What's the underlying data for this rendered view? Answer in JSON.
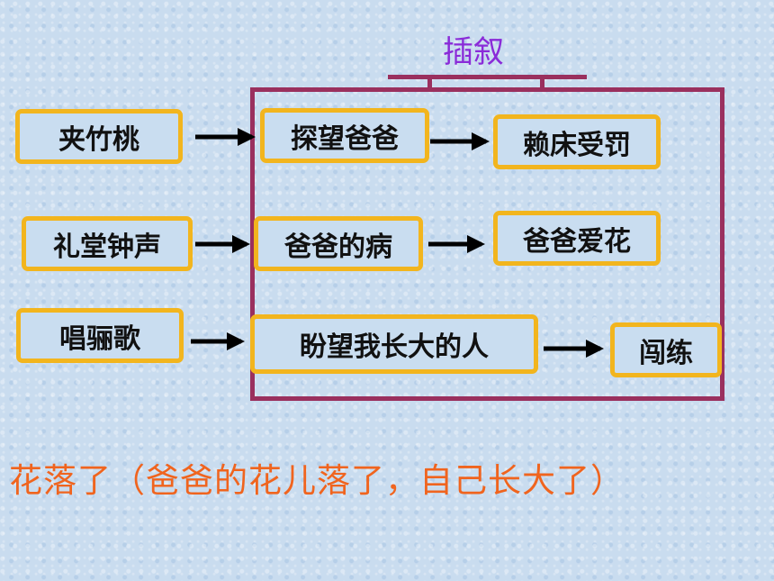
{
  "insert_label": "插叙",
  "colors": {
    "box_border": "#f2b51e",
    "frame": "#9a305e",
    "label": "#8a2bd8",
    "footer": "#f0641e"
  },
  "rows": [
    {
      "left": "夹竹桃",
      "middle": "探望爸爸",
      "right": "赖床受罚"
    },
    {
      "left": "礼堂钟声",
      "middle": "爸爸的病",
      "right": "爸爸爱花"
    },
    {
      "left": "唱骊歌",
      "middle": "盼望我长大的人",
      "right": "闯练"
    }
  ],
  "footer": "花落了（爸爸的花儿落了，自己长大了）"
}
